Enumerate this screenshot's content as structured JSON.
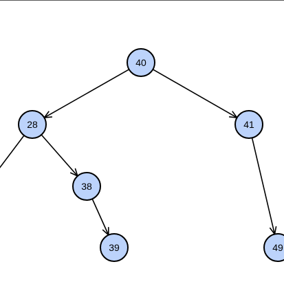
{
  "tree": {
    "node_fill": "#bcd3fb",
    "node_stroke": "#000000",
    "edge_color": "#000000",
    "nodes": [
      {
        "id": "n40",
        "label": "40"
      },
      {
        "id": "n28",
        "label": "28"
      },
      {
        "id": "n41",
        "label": "41"
      },
      {
        "id": "n38",
        "label": "38"
      },
      {
        "id": "n39",
        "label": "39"
      },
      {
        "id": "n49",
        "label": "49"
      }
    ],
    "edges": [
      {
        "from": "n40",
        "to": "n28"
      },
      {
        "from": "n40",
        "to": "n41"
      },
      {
        "from": "n28",
        "to": "n38"
      },
      {
        "from": "n38",
        "to": "n39"
      },
      {
        "from": "n41",
        "to": "n49"
      },
      {
        "from": "n28",
        "to": "offscreen-left"
      }
    ]
  }
}
